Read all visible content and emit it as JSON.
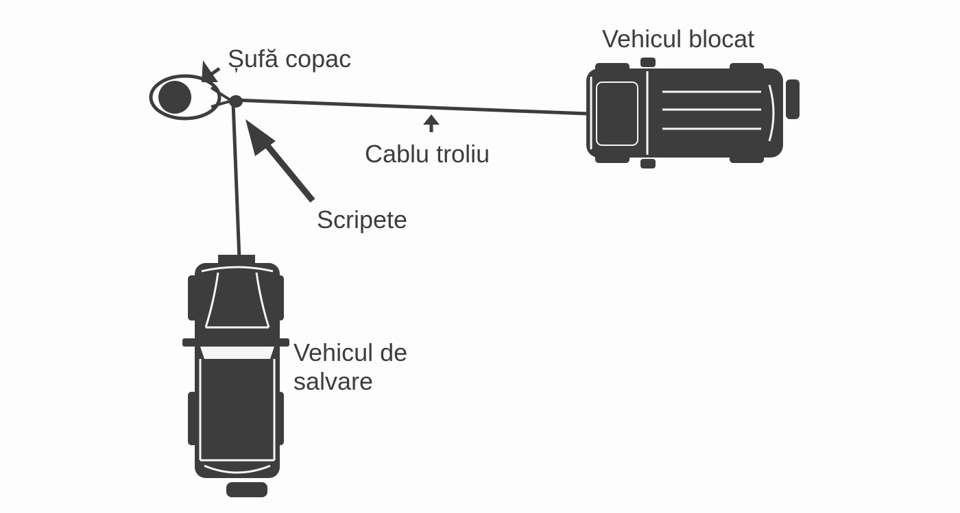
{
  "diagram": {
    "colors": {
      "ink": "#3d3d3d",
      "background": "#fdfdfd",
      "highlight": "#f5f5f5"
    },
    "labels": {
      "stuck_vehicle": "Vehicul blocat",
      "tree_strap": "Șufă copac",
      "winch_cable": "Cablu troliu",
      "pulley": "Scripete",
      "rescue_vehicle_line1": "Vehicul de",
      "rescue_vehicle_line2": "salvare"
    }
  }
}
